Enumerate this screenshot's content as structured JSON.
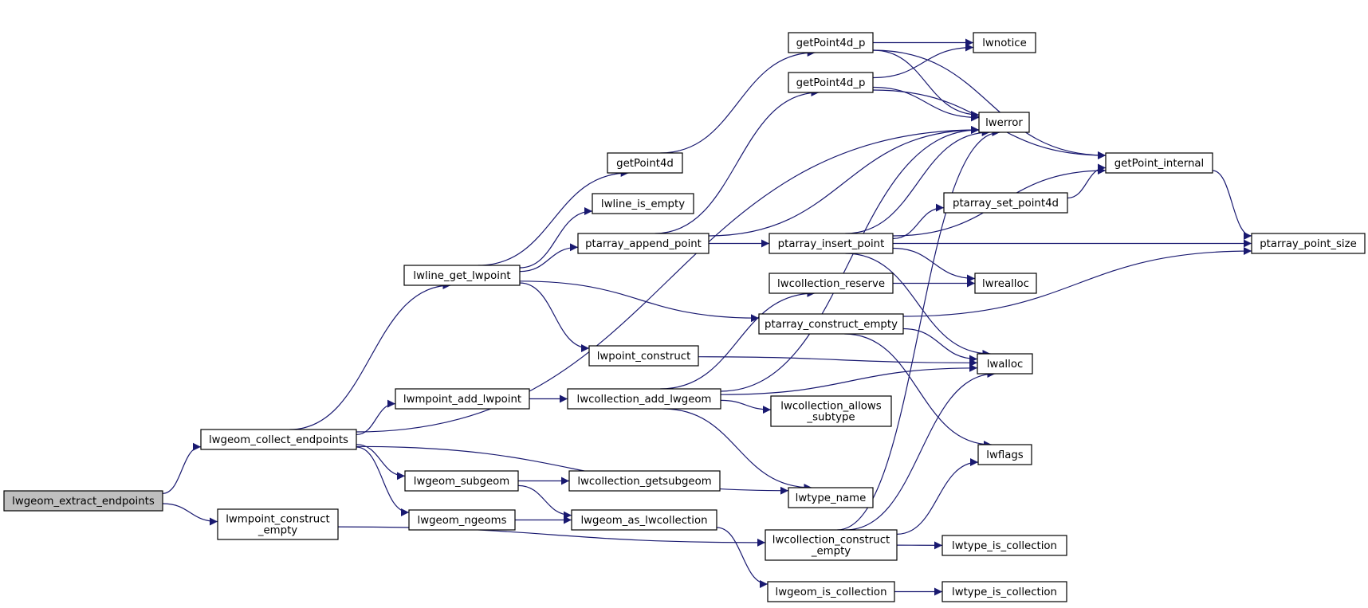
{
  "graph": {
    "title": "",
    "edge_color": "#191970",
    "root_fill": "#bfbfbf",
    "node_fill": "#ffffff",
    "nodes": [
      {
        "id": "root",
        "lines": [
          "lwgeom_extract_endpoints"
        ],
        "root": true
      },
      {
        "id": "collect",
        "lines": [
          "lwgeom_collect_endpoints"
        ]
      },
      {
        "id": "mpce",
        "lines": [
          "lwmpoint_construct",
          "_empty"
        ]
      },
      {
        "id": "lwline_get",
        "lines": [
          "lwline_get_lwpoint"
        ]
      },
      {
        "id": "mpadd",
        "lines": [
          "lwmpoint_add_lwpoint"
        ]
      },
      {
        "id": "subgeom",
        "lines": [
          "lwgeom_subgeom"
        ]
      },
      {
        "id": "ngeoms",
        "lines": [
          "lwgeom_ngeoms"
        ]
      },
      {
        "id": "getp4d",
        "lines": [
          "getPoint4d"
        ]
      },
      {
        "id": "isempty",
        "lines": [
          "lwline_is_empty"
        ]
      },
      {
        "id": "append",
        "lines": [
          "ptarray_append_point"
        ]
      },
      {
        "id": "ptcons",
        "lines": [
          "lwpoint_construct"
        ]
      },
      {
        "id": "coladd",
        "lines": [
          "lwcollection_add_lwgeom"
        ]
      },
      {
        "id": "getsub",
        "lines": [
          "lwcollection_getsubgeom"
        ]
      },
      {
        "id": "ascol",
        "lines": [
          "lwgeom_as_lwcollection"
        ]
      },
      {
        "id": "p4dp1",
        "lines": [
          "getPoint4d_p"
        ]
      },
      {
        "id": "p4dp2",
        "lines": [
          "getPoint4d_p"
        ]
      },
      {
        "id": "insert",
        "lines": [
          "ptarray_insert_point"
        ]
      },
      {
        "id": "reserve",
        "lines": [
          "lwcollection_reserve"
        ]
      },
      {
        "id": "pce",
        "lines": [
          "ptarray_construct_empty"
        ]
      },
      {
        "id": "allows",
        "lines": [
          "lwcollection_allows",
          "_subtype"
        ]
      },
      {
        "id": "typename",
        "lines": [
          "lwtype_name"
        ]
      },
      {
        "id": "colce",
        "lines": [
          "lwcollection_construct",
          "_empty"
        ]
      },
      {
        "id": "iscol",
        "lines": [
          "lwgeom_is_collection"
        ]
      },
      {
        "id": "lwnotice",
        "lines": [
          "lwnotice"
        ]
      },
      {
        "id": "lwerror",
        "lines": [
          "lwerror"
        ]
      },
      {
        "id": "setp4d",
        "lines": [
          "ptarray_set_point4d"
        ]
      },
      {
        "id": "lwrealloc",
        "lines": [
          "lwrealloc"
        ]
      },
      {
        "id": "lwalloc",
        "lines": [
          "lwalloc"
        ]
      },
      {
        "id": "lwflags",
        "lines": [
          "lwflags"
        ]
      },
      {
        "id": "typecol1",
        "lines": [
          "lwtype_is_collection"
        ]
      },
      {
        "id": "typecol2",
        "lines": [
          "lwtype_is_collection"
        ]
      },
      {
        "id": "getpint",
        "lines": [
          "getPoint_internal"
        ]
      },
      {
        "id": "ptsize",
        "lines": [
          "ptarray_point_size"
        ]
      }
    ],
    "edges": [
      [
        "root",
        "collect"
      ],
      [
        "root",
        "mpce"
      ],
      [
        "collect",
        "lwline_get"
      ],
      [
        "collect",
        "mpadd"
      ],
      [
        "collect",
        "subgeom"
      ],
      [
        "collect",
        "ngeoms"
      ],
      [
        "collect",
        "lwerror"
      ],
      [
        "collect",
        "typename"
      ],
      [
        "mpce",
        "colce"
      ],
      [
        "lwline_get",
        "getp4d"
      ],
      [
        "lwline_get",
        "isempty"
      ],
      [
        "lwline_get",
        "append"
      ],
      [
        "lwline_get",
        "ptcons"
      ],
      [
        "lwline_get",
        "pce"
      ],
      [
        "mpadd",
        "coladd"
      ],
      [
        "subgeom",
        "getsub"
      ],
      [
        "subgeom",
        "ascol"
      ],
      [
        "ngeoms",
        "ascol"
      ],
      [
        "getp4d",
        "p4dp1"
      ],
      [
        "append",
        "p4dp2"
      ],
      [
        "append",
        "insert"
      ],
      [
        "append",
        "lwerror"
      ],
      [
        "ptcons",
        "lwalloc"
      ],
      [
        "coladd",
        "reserve"
      ],
      [
        "coladd",
        "allows"
      ],
      [
        "coladd",
        "lwerror"
      ],
      [
        "coladd",
        "lwalloc"
      ],
      [
        "coladd",
        "typename"
      ],
      [
        "ascol",
        "iscol"
      ],
      [
        "p4dp1",
        "lwnotice"
      ],
      [
        "p4dp1",
        "lwerror"
      ],
      [
        "p4dp1",
        "getpint"
      ],
      [
        "p4dp2",
        "lwnotice"
      ],
      [
        "p4dp2",
        "lwerror"
      ],
      [
        "p4dp2",
        "getpint"
      ],
      [
        "insert",
        "setp4d"
      ],
      [
        "insert",
        "lwrealloc"
      ],
      [
        "insert",
        "lwalloc"
      ],
      [
        "insert",
        "lwerror"
      ],
      [
        "insert",
        "getpint"
      ],
      [
        "insert",
        "ptsize"
      ],
      [
        "reserve",
        "lwrealloc"
      ],
      [
        "pce",
        "lwalloc"
      ],
      [
        "pce",
        "lwflags"
      ],
      [
        "pce",
        "ptsize"
      ],
      [
        "colce",
        "typecol1"
      ],
      [
        "colce",
        "lwflags"
      ],
      [
        "colce",
        "lwalloc"
      ],
      [
        "colce",
        "lwerror"
      ],
      [
        "iscol",
        "typecol2"
      ],
      [
        "setp4d",
        "getpint"
      ],
      [
        "getpint",
        "ptsize"
      ]
    ]
  }
}
